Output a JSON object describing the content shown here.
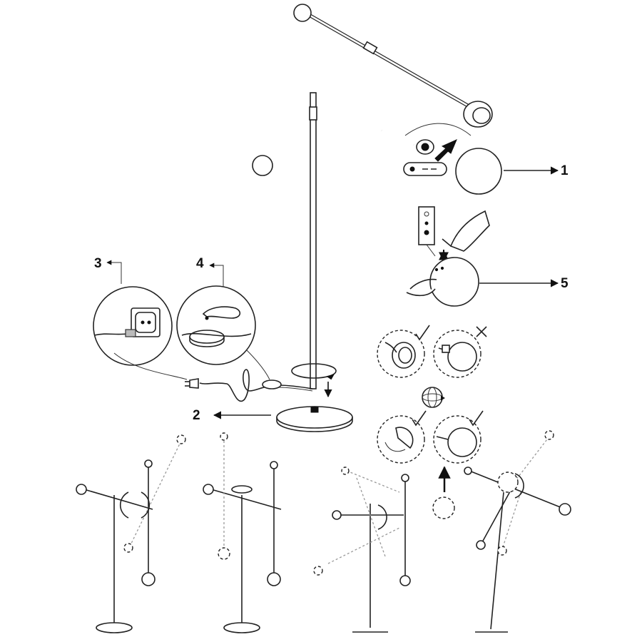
{
  "steps": {
    "s1": "1",
    "s2": "2",
    "s3": "3",
    "s4": "4",
    "s5": "5"
  },
  "icons": {
    "correct": "check-mark-icon",
    "wrong": "cross-mark-icon",
    "rotate": "rotation-arrow-icon",
    "globe": "rotate-3d-icon"
  }
}
